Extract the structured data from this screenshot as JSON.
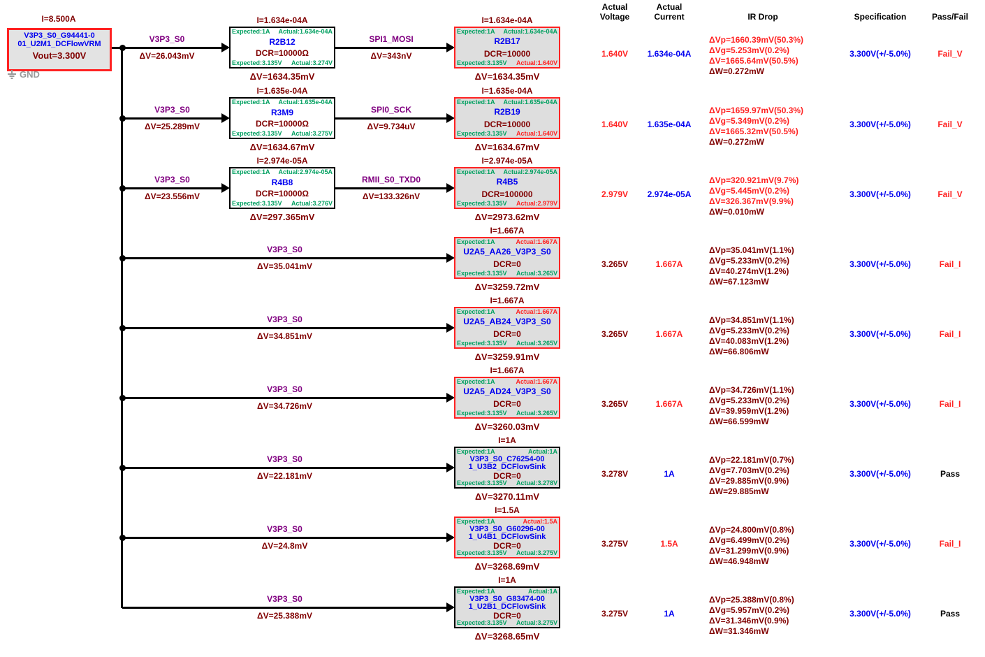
{
  "colors": {
    "fail": "#ff2222",
    "value": "#800000",
    "net_name": "#800080",
    "component_name": "#0000f0",
    "expected_actual": "#00a060",
    "specification": "#0000f0",
    "wire": "#000000",
    "block_fill": "#dedede"
  },
  "headers": {
    "voltage1": "Actual",
    "voltage2": "Voltage",
    "current1": "Actual",
    "current2": "Current",
    "ir": "IR Drop",
    "spec": "Specification",
    "passfail": "Pass/Fail"
  },
  "source": {
    "i": "I=8.500A",
    "name1": "V3P3_S0_G94441-0",
    "name2": "01_U2M1_DCFlowVRM",
    "vout": "Vout=3.300V",
    "gnd": "GND"
  },
  "rows": [
    {
      "net1": "V3P3_S0",
      "dv1": "ΔV=26.043mV",
      "mid": {
        "i": "I=1.634e-04A",
        "exp_i": "Expected:1A",
        "act_i": "Actual:1.634e-04A",
        "act_i_status": "ok",
        "name": "R2B12",
        "dcr": "DCR=10000Ω",
        "exp_v": "Expected:3.135V",
        "act_v": "Actual:3.274V",
        "act_v_status": "ok",
        "dv": "ΔV=1634.35mV",
        "status": "ok"
      },
      "net2": "SPI1_MOSI",
      "dv2": "ΔV=343nV",
      "sink": {
        "i": "I=1.634e-04A",
        "exp_i": "Expected:1A",
        "act_i": "Actual:1.634e-04A",
        "act_i_status": "ok",
        "name1": "R2B17",
        "name2": "",
        "dcr": "DCR=10000",
        "exp_v": "Expected:3.135V",
        "act_v": "Actual:1.640V",
        "act_v_status": "fail",
        "dv": "ΔV=1634.35mV",
        "status": "fail"
      },
      "voltage": "1.640V",
      "voltage_status": "fail",
      "current": "1.634e-04A",
      "current_status": "ok",
      "ir": {
        "vp": "ΔVp=1660.39mV(50.3%)",
        "vp_status": "fail",
        "vg": "ΔVg=5.253mV(0.2%)",
        "vg_status": "fail",
        "v": "ΔV=1665.64mV(50.5%)",
        "v_status": "fail",
        "w": "ΔW=0.272mW"
      },
      "spec": "3.300V(+/-5.0%)",
      "passfail": "Fail_V",
      "passfail_status": "fail"
    },
    {
      "net1": "V3P3_S0",
      "dv1": "ΔV=25.289mV",
      "mid": {
        "i": "I=1.635e-04A",
        "exp_i": "Expected:1A",
        "act_i": "Actual:1.635e-04A",
        "act_i_status": "ok",
        "name": "R3M9",
        "dcr": "DCR=10000Ω",
        "exp_v": "Expected:3.135V",
        "act_v": "Actual:3.275V",
        "act_v_status": "ok",
        "dv": "ΔV=1634.67mV",
        "status": "ok"
      },
      "net2": "SPI0_SCK",
      "dv2": "ΔV=9.734uV",
      "sink": {
        "i": "I=1.635e-04A",
        "exp_i": "Expected:1A",
        "act_i": "Actual:1.635e-04A",
        "act_i_status": "ok",
        "name1": "R2B19",
        "name2": "",
        "dcr": "DCR=10000",
        "exp_v": "Expected:3.135V",
        "act_v": "Actual:1.640V",
        "act_v_status": "fail",
        "dv": "ΔV=1634.67mV",
        "status": "fail"
      },
      "voltage": "1.640V",
      "voltage_status": "fail",
      "current": "1.635e-04A",
      "current_status": "ok",
      "ir": {
        "vp": "ΔVp=1659.97mV(50.3%)",
        "vp_status": "fail",
        "vg": "ΔVg=5.349mV(0.2%)",
        "vg_status": "fail",
        "v": "ΔV=1665.32mV(50.5%)",
        "v_status": "fail",
        "w": "ΔW=0.272mW"
      },
      "spec": "3.300V(+/-5.0%)",
      "passfail": "Fail_V",
      "passfail_status": "fail"
    },
    {
      "net1": "V3P3_S0",
      "dv1": "ΔV=23.556mV",
      "mid": {
        "i": "I=2.974e-05A",
        "exp_i": "Expected:1A",
        "act_i": "Actual:2.974e-05A",
        "act_i_status": "ok",
        "name": "R4B8",
        "dcr": "DCR=10000Ω",
        "exp_v": "Expected:3.135V",
        "act_v": "Actual:3.276V",
        "act_v_status": "ok",
        "dv": "ΔV=297.365mV",
        "status": "ok"
      },
      "net2": "RMII_S0_TXD0",
      "dv2": "ΔV=133.326nV",
      "sink": {
        "i": "I=2.974e-05A",
        "exp_i": "Expected:1A",
        "act_i": "Actual:2.974e-05A",
        "act_i_status": "ok",
        "name1": "R4B5",
        "name2": "",
        "dcr": "DCR=100000",
        "exp_v": "Expected:3.135V",
        "act_v": "Actual:2.979V",
        "act_v_status": "fail",
        "dv": "ΔV=2973.62mV",
        "status": "fail"
      },
      "voltage": "2.979V",
      "voltage_status": "fail",
      "current": "2.974e-05A",
      "current_status": "ok",
      "ir": {
        "vp": "ΔVp=320.921mV(9.7%)",
        "vp_status": "fail",
        "vg": "ΔVg=5.445mV(0.2%)",
        "vg_status": "fail",
        "v": "ΔV=326.367mV(9.9%)",
        "v_status": "fail",
        "w": "ΔW=0.010mW"
      },
      "spec": "3.300V(+/-5.0%)",
      "passfail": "Fail_V",
      "passfail_status": "fail"
    },
    {
      "net1": "V3P3_S0",
      "dv1": "ΔV=35.041mV",
      "sink": {
        "i": "I=1.667A",
        "exp_i": "Expected:1A",
        "act_i": "Actual:1.667A",
        "act_i_status": "fail",
        "name1": "U2A5_AA26_V3P3_S0",
        "name2": "",
        "dcr": "DCR=0",
        "exp_v": "Expected:3.135V",
        "act_v": "Actual:3.265V",
        "act_v_status": "ok",
        "dv": "ΔV=3259.72mV",
        "status": "fail"
      },
      "voltage": "3.265V",
      "voltage_status": "ok",
      "current": "1.667A",
      "current_status": "fail",
      "ir": {
        "vp": "ΔVp=35.041mV(1.1%)",
        "vp_status": "ok",
        "vg": "ΔVg=5.233mV(0.2%)",
        "vg_status": "ok",
        "v": "ΔV=40.274mV(1.2%)",
        "v_status": "ok",
        "w": "ΔW=67.123mW"
      },
      "spec": "3.300V(+/-5.0%)",
      "passfail": "Fail_I",
      "passfail_status": "fail"
    },
    {
      "net1": "V3P3_S0",
      "dv1": "ΔV=34.851mV",
      "sink": {
        "i": "I=1.667A",
        "exp_i": "Expected:1A",
        "act_i": "Actual:1.667A",
        "act_i_status": "fail",
        "name1": "U2A5_AB24_V3P3_S0",
        "name2": "",
        "dcr": "DCR=0",
        "exp_v": "Expected:3.135V",
        "act_v": "Actual:3.265V",
        "act_v_status": "ok",
        "dv": "ΔV=3259.91mV",
        "status": "fail"
      },
      "voltage": "3.265V",
      "voltage_status": "ok",
      "current": "1.667A",
      "current_status": "fail",
      "ir": {
        "vp": "ΔVp=34.851mV(1.1%)",
        "vp_status": "ok",
        "vg": "ΔVg=5.233mV(0.2%)",
        "vg_status": "ok",
        "v": "ΔV=40.083mV(1.2%)",
        "v_status": "ok",
        "w": "ΔW=66.806mW"
      },
      "spec": "3.300V(+/-5.0%)",
      "passfail": "Fail_I",
      "passfail_status": "fail"
    },
    {
      "net1": "V3P3_S0",
      "dv1": "ΔV=34.726mV",
      "sink": {
        "i": "I=1.667A",
        "exp_i": "Expected:1A",
        "act_i": "Actual:1.667A",
        "act_i_status": "fail",
        "name1": "U2A5_AD24_V3P3_S0",
        "name2": "",
        "dcr": "DCR=0",
        "exp_v": "Expected:3.135V",
        "act_v": "Actual:3.265V",
        "act_v_status": "ok",
        "dv": "ΔV=3260.03mV",
        "status": "fail"
      },
      "voltage": "3.265V",
      "voltage_status": "ok",
      "current": "1.667A",
      "current_status": "fail",
      "ir": {
        "vp": "ΔVp=34.726mV(1.1%)",
        "vp_status": "ok",
        "vg": "ΔVg=5.233mV(0.2%)",
        "vg_status": "ok",
        "v": "ΔV=39.959mV(1.2%)",
        "v_status": "ok",
        "w": "ΔW=66.599mW"
      },
      "spec": "3.300V(+/-5.0%)",
      "passfail": "Fail_I",
      "passfail_status": "fail"
    },
    {
      "net1": "V3P3_S0",
      "dv1": "ΔV=22.181mV",
      "sink": {
        "i": "I=1A",
        "exp_i": "Expected:1A",
        "act_i": "Actual:1A",
        "act_i_status": "ok",
        "name1": "V3P3_S0_C76254-00",
        "name2": "1_U3B2_DCFlowSink",
        "dcr": "DCR=0",
        "exp_v": "Expected:3.135V",
        "act_v": "Actual:3.278V",
        "act_v_status": "ok",
        "dv": "ΔV=3270.11mV",
        "status": "ok"
      },
      "voltage": "3.278V",
      "voltage_status": "ok",
      "current": "1A",
      "current_status": "ok",
      "ir": {
        "vp": "ΔVp=22.181mV(0.7%)",
        "vp_status": "ok",
        "vg": "ΔVg=7.703mV(0.2%)",
        "vg_status": "ok",
        "v": "ΔV=29.885mV(0.9%)",
        "v_status": "ok",
        "w": "ΔW=29.885mW"
      },
      "spec": "3.300V(+/-5.0%)",
      "passfail": "Pass",
      "passfail_status": "ok"
    },
    {
      "net1": "V3P3_S0",
      "dv1": "ΔV=24.8mV",
      "sink": {
        "i": "I=1.5A",
        "exp_i": "Expected:1A",
        "act_i": "Actual:1.5A",
        "act_i_status": "fail",
        "name1": "V3P3_S0_G60296-00",
        "name2": "1_U4B1_DCFlowSink",
        "dcr": "DCR=0",
        "exp_v": "Expected:3.135V",
        "act_v": "Actual:3.275V",
        "act_v_status": "ok",
        "dv": "ΔV=3268.69mV",
        "status": "fail"
      },
      "voltage": "3.275V",
      "voltage_status": "ok",
      "current": "1.5A",
      "current_status": "fail",
      "ir": {
        "vp": "ΔVp=24.800mV(0.8%)",
        "vp_status": "ok",
        "vg": "ΔVg=6.499mV(0.2%)",
        "vg_status": "ok",
        "v": "ΔV=31.299mV(0.9%)",
        "v_status": "ok",
        "w": "ΔW=46.948mW"
      },
      "spec": "3.300V(+/-5.0%)",
      "passfail": "Fail_I",
      "passfail_status": "fail"
    },
    {
      "net1": "V3P3_S0",
      "dv1": "ΔV=25.388mV",
      "sink": {
        "i": "I=1A",
        "exp_i": "Expected:1A",
        "act_i": "Actual:1A",
        "act_i_status": "ok",
        "name1": "V3P3_S0_G83474-00",
        "name2": "1_U2B1_DCFlowSink",
        "dcr": "DCR=0",
        "exp_v": "Expected:3.135V",
        "act_v": "Actual:3.275V",
        "act_v_status": "ok",
        "dv": "ΔV=3268.65mV",
        "status": "ok"
      },
      "voltage": "3.275V",
      "voltage_status": "ok",
      "current": "1A",
      "current_status": "ok",
      "ir": {
        "vp": "ΔVp=25.388mV(0.8%)",
        "vp_status": "ok",
        "vg": "ΔVg=5.957mV(0.2%)",
        "vg_status": "ok",
        "v": "ΔV=31.346mV(0.9%)",
        "v_status": "ok",
        "w": "ΔW=31.346mW"
      },
      "spec": "3.300V(+/-5.0%)",
      "passfail": "Pass",
      "passfail_status": "ok"
    }
  ]
}
